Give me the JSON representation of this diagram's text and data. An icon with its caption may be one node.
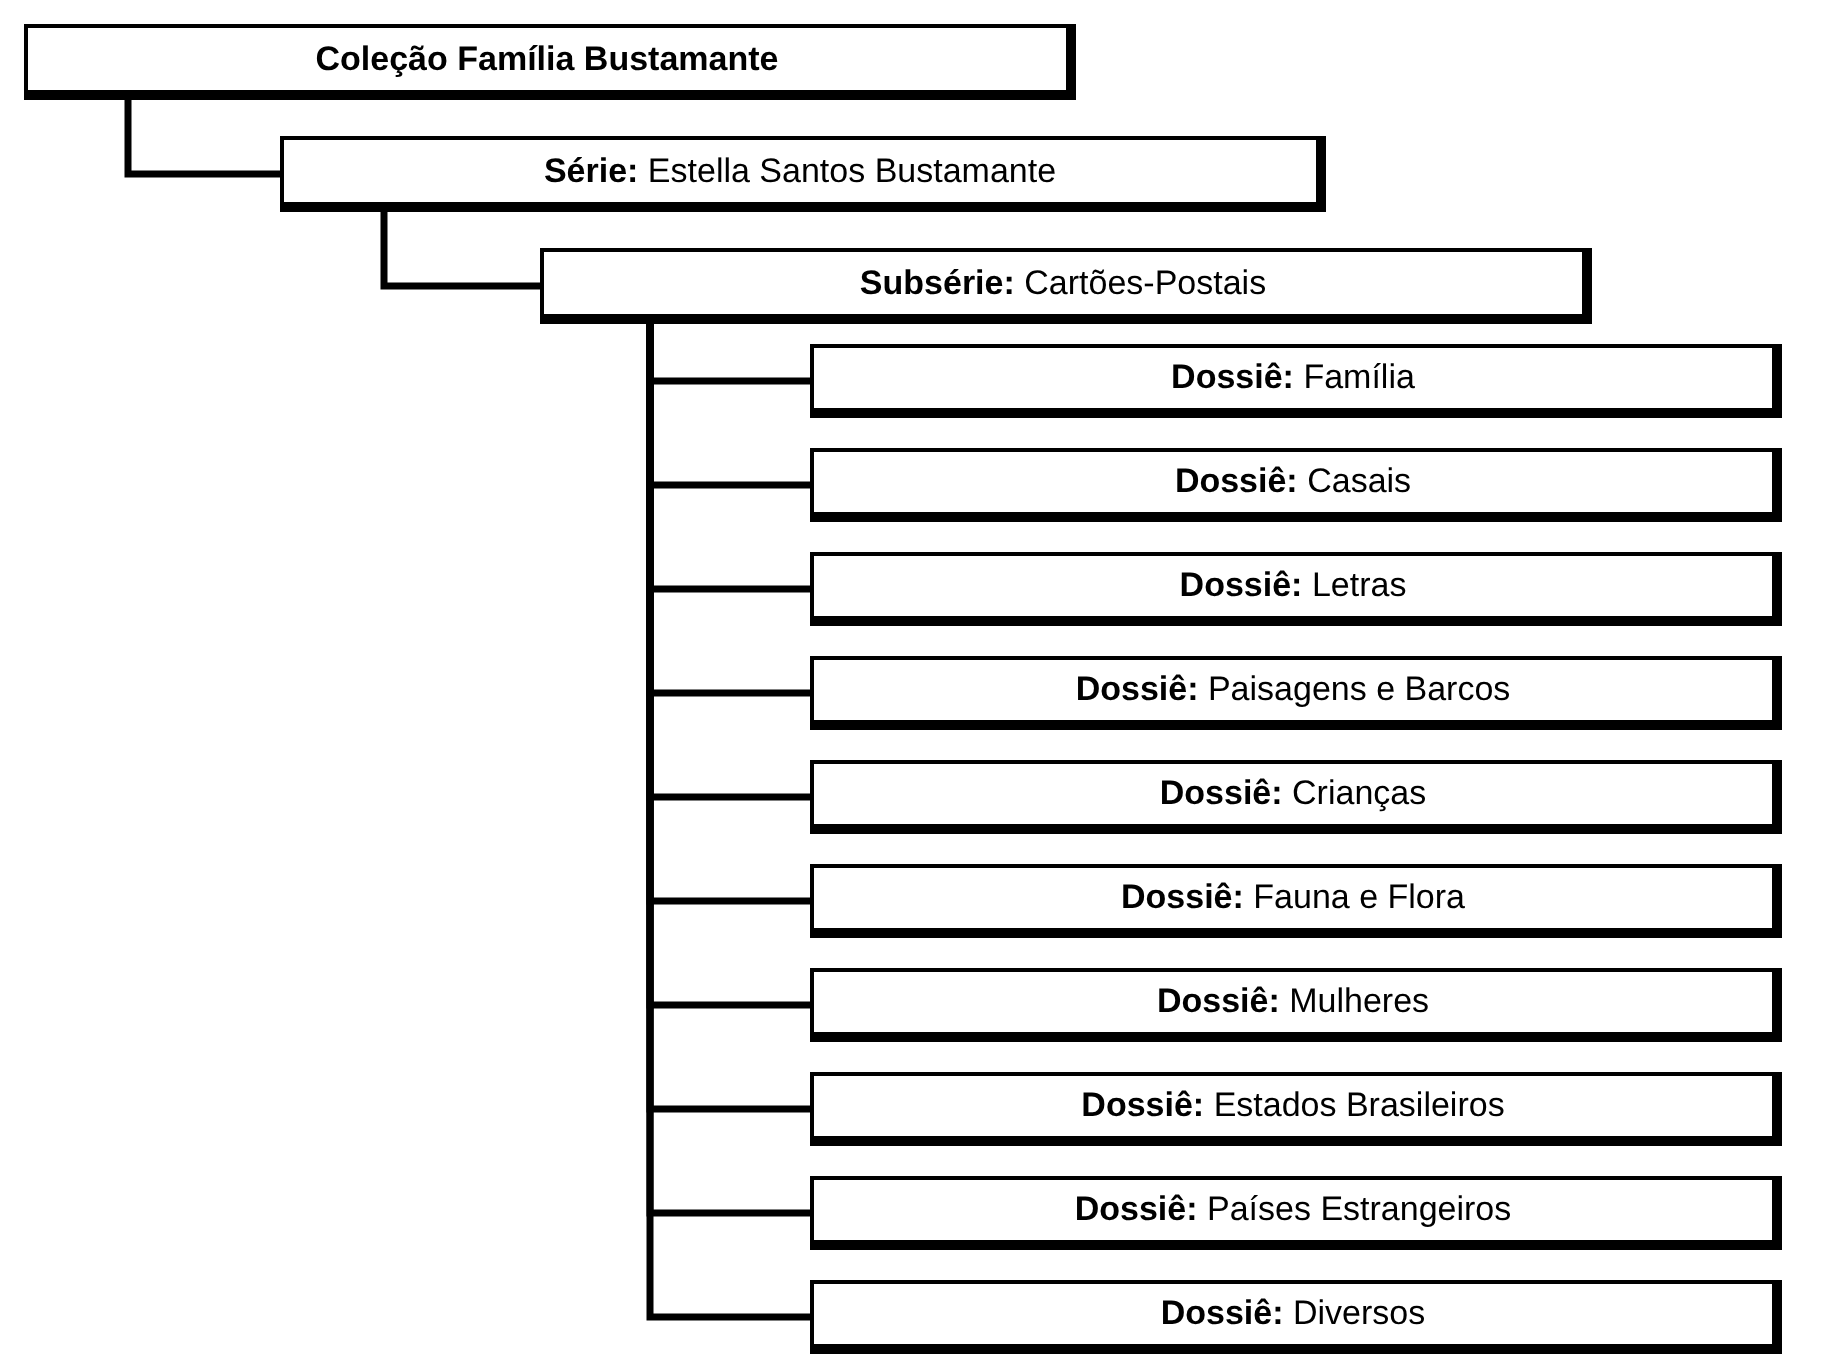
{
  "diagram": {
    "nodes": [
      {
        "text": [
          "Coleção Família Bustamante"
        ]
      },
      {
        "text": [
          "**Série:** Estella Santos Bustamante"
        ]
      },
      {
        "text": [
          "**Subsérie:** Cartões-Postais"
        ]
      },
      {
        "text": [
          "**Dossiê:** Família"
        ]
      },
      {
        "text": [
          "**Dossiê:** Casais"
        ]
      },
      {
        "text": [
          "**Dossiê:** Letras"
        ]
      },
      {
        "text": [
          "**Dossiê:** Paisagens e Barcos"
        ]
      },
      {
        "text": [
          "**Dossiê:** Crianças"
        ]
      },
      {
        "text": [
          "**Dossiê:** Fauna e Flora"
        ]
      },
      {
        "text": [
          "**Dossiê:** Mulheres"
        ]
      },
      {
        "text": [
          "**Dossiê:** Estados Brasileiros"
        ]
      },
      {
        "text": [
          "**Dossiê:** Países Estrangeiros"
        ]
      },
      {
        "text": [
          "**Dossiê:** Diversos"
        ]
      }
    ],
    "edges": [
      {
        "from": 0,
        "to": 1,
        "arrow": "none"
      },
      {
        "from": 1,
        "to": 2,
        "arrow": "none"
      },
      {
        "from": 2,
        "to": 3,
        "arrow": "none"
      },
      {
        "from": 2,
        "to": 4,
        "arrow": "none"
      },
      {
        "from": 2,
        "to": 5,
        "arrow": "none"
      },
      {
        "from": 2,
        "to": 6,
        "arrow": "none"
      },
      {
        "from": 2,
        "to": 7,
        "arrow": "none"
      },
      {
        "from": 2,
        "to": 8,
        "arrow": "none"
      },
      {
        "from": 2,
        "to": 9,
        "arrow": "none"
      },
      {
        "from": 2,
        "to": 10,
        "arrow": "none"
      },
      {
        "from": 2,
        "to": 11,
        "arrow": "none"
      },
      {
        "from": 2,
        "to": 12,
        "arrow": "none"
      }
    ]
  }
}
